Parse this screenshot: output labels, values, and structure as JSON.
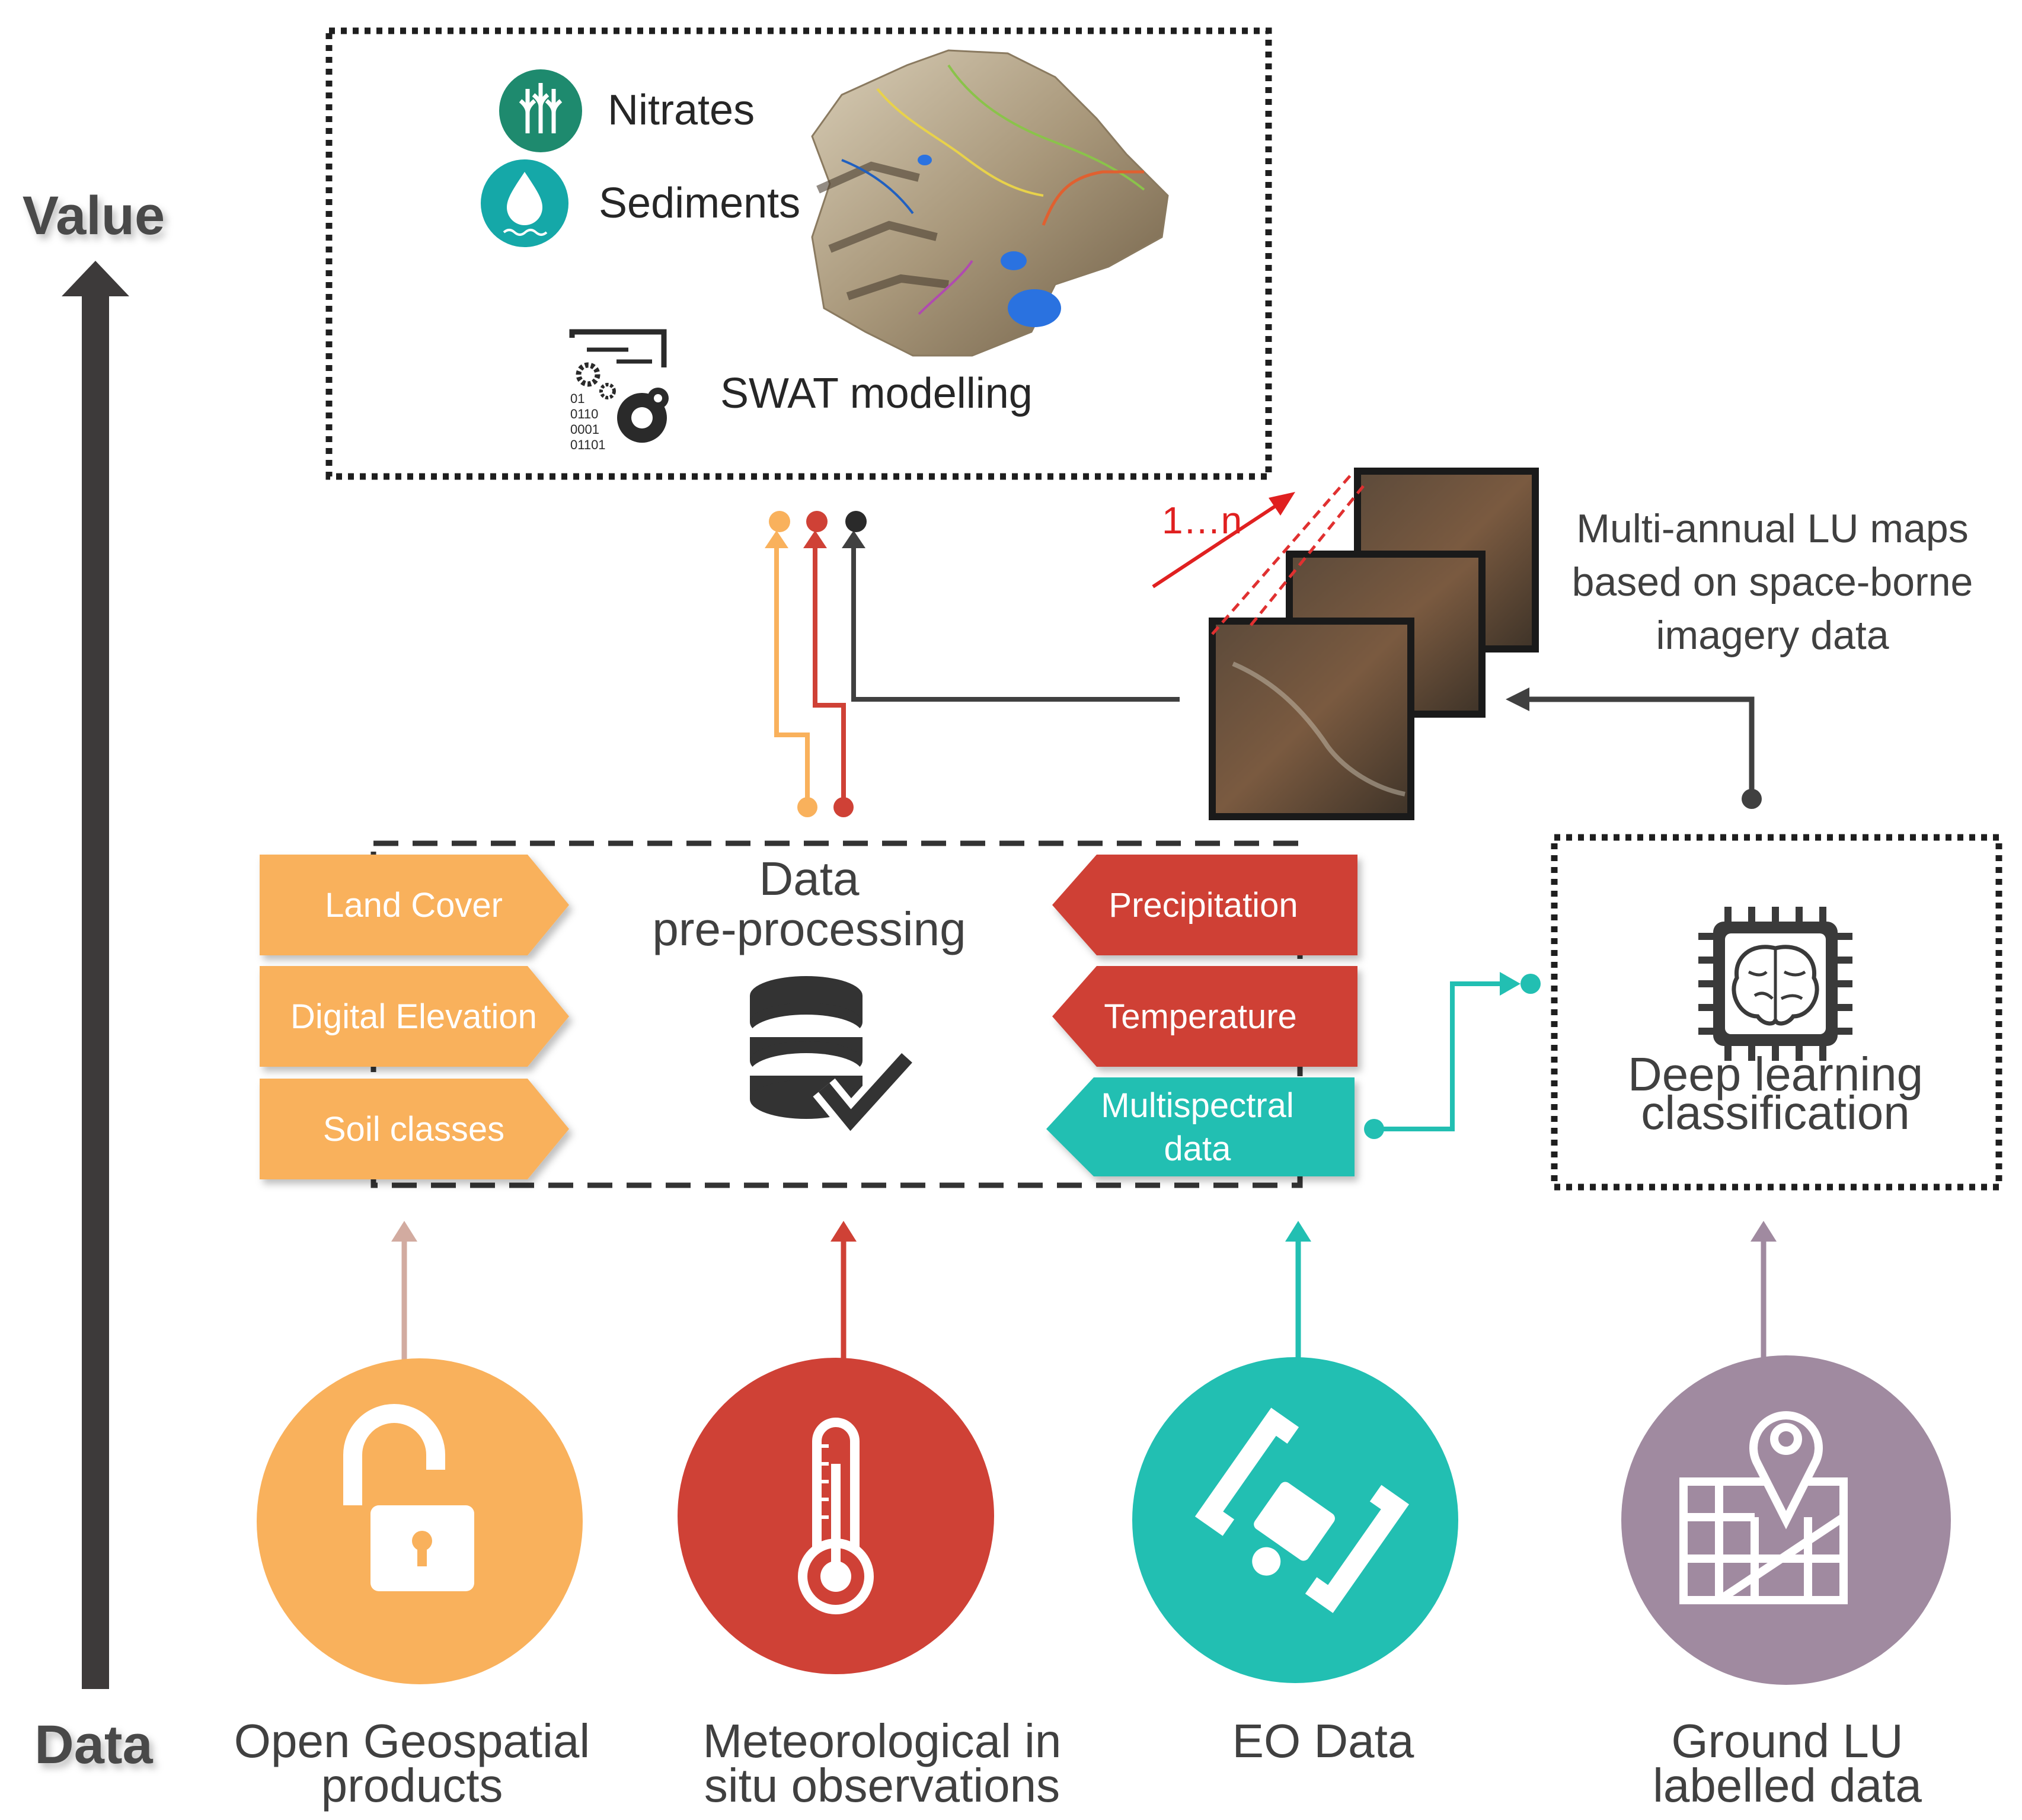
{
  "axis": {
    "top": "Value",
    "bottom": "Data"
  },
  "swat": {
    "nitrates": "Nitrates",
    "sediments": "Sediments",
    "modelling": "SWAT modelling",
    "binary_lines": [
      "01",
      "0110",
      "0001",
      "01101"
    ]
  },
  "lu_maps": {
    "counter": "1…n",
    "lines": [
      "Multi-annual LU maps",
      "based on space-borne",
      "imagery data"
    ]
  },
  "preprocessing": {
    "lines": [
      "Data",
      "pre-processing"
    ]
  },
  "left_tags": [
    "Land Cover",
    "Digital Elevation",
    "Soil classes"
  ],
  "right_tags": {
    "precipitation": "Precipitation",
    "temperature": "Temperature",
    "multispectral": [
      "Multispectral",
      "data"
    ]
  },
  "deep_learning": {
    "lines": [
      "Deep learning",
      "classification"
    ]
  },
  "sources": [
    {
      "lines": [
        "Open Geospatial",
        "products"
      ],
      "icon": "unlocked-padlock-icon",
      "color": "#F9B15C"
    },
    {
      "lines": [
        "Meteorological in",
        "situ observations"
      ],
      "icon": "thermometer-icon",
      "color": "#CF4136"
    },
    {
      "lines": [
        "EO Data"
      ],
      "icon": "satellite-icon",
      "color": "#22BFB2"
    },
    {
      "lines": [
        "Ground LU",
        "labelled data"
      ],
      "icon": "map-pin-icon",
      "color": "#A08AA0"
    }
  ],
  "colors": {
    "orange": "#F9B15C",
    "red": "#CF4136",
    "teal": "#22BFB2",
    "purple": "#A08AA0",
    "dark": "#404040",
    "brown_arrow": "#D2ABA0"
  }
}
